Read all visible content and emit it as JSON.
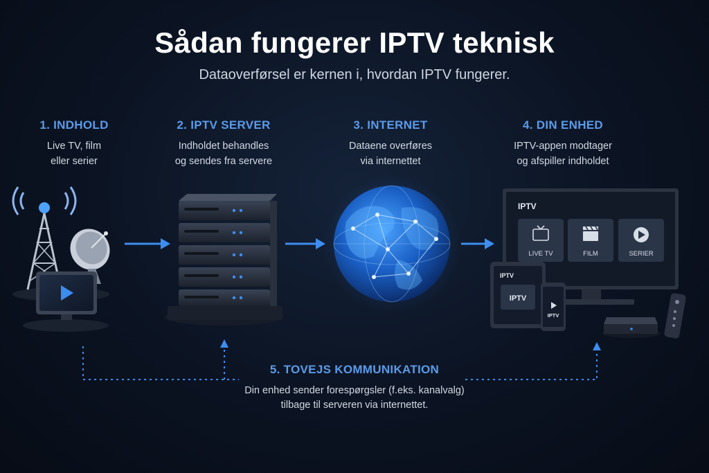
{
  "header": {
    "title": "Sådan fungerer IPTV teknisk",
    "subtitle": "Dataoverførsel er kernen i, hvordan IPTV fungerer."
  },
  "steps": [
    {
      "title": "1. INDHOLD",
      "desc_line1": "Live TV, film",
      "desc_line2": "eller serier"
    },
    {
      "title": "2. IPTV SERVER",
      "desc_line1": "Indholdet behandles",
      "desc_line2": "og sendes fra servere"
    },
    {
      "title": "3. INTERNET",
      "desc_line1": "Dataene overføres",
      "desc_line2": "via internettet"
    },
    {
      "title": "4. DIN ENHED",
      "desc_line1": "IPTV-appen modtager",
      "desc_line2": "og afspiller indholdet"
    }
  ],
  "devices": {
    "tv_label": "IPTV",
    "tiles": [
      "LIVE TV",
      "FILM",
      "SERIER"
    ],
    "tablet_label": "IPTV",
    "tablet_brand": "IPTV",
    "phone_label": "IPTV"
  },
  "feedback": {
    "title": "5. TOVEJS KOMMUNIKATION",
    "desc_line1": "Din enhed sender forespørgsler (f.eks. kanalvalg)",
    "desc_line2": "tilbage til serveren via internettet."
  },
  "colors": {
    "accent": "#3d8df0",
    "step_title": "#5b9be8",
    "background": "#0b1322"
  }
}
